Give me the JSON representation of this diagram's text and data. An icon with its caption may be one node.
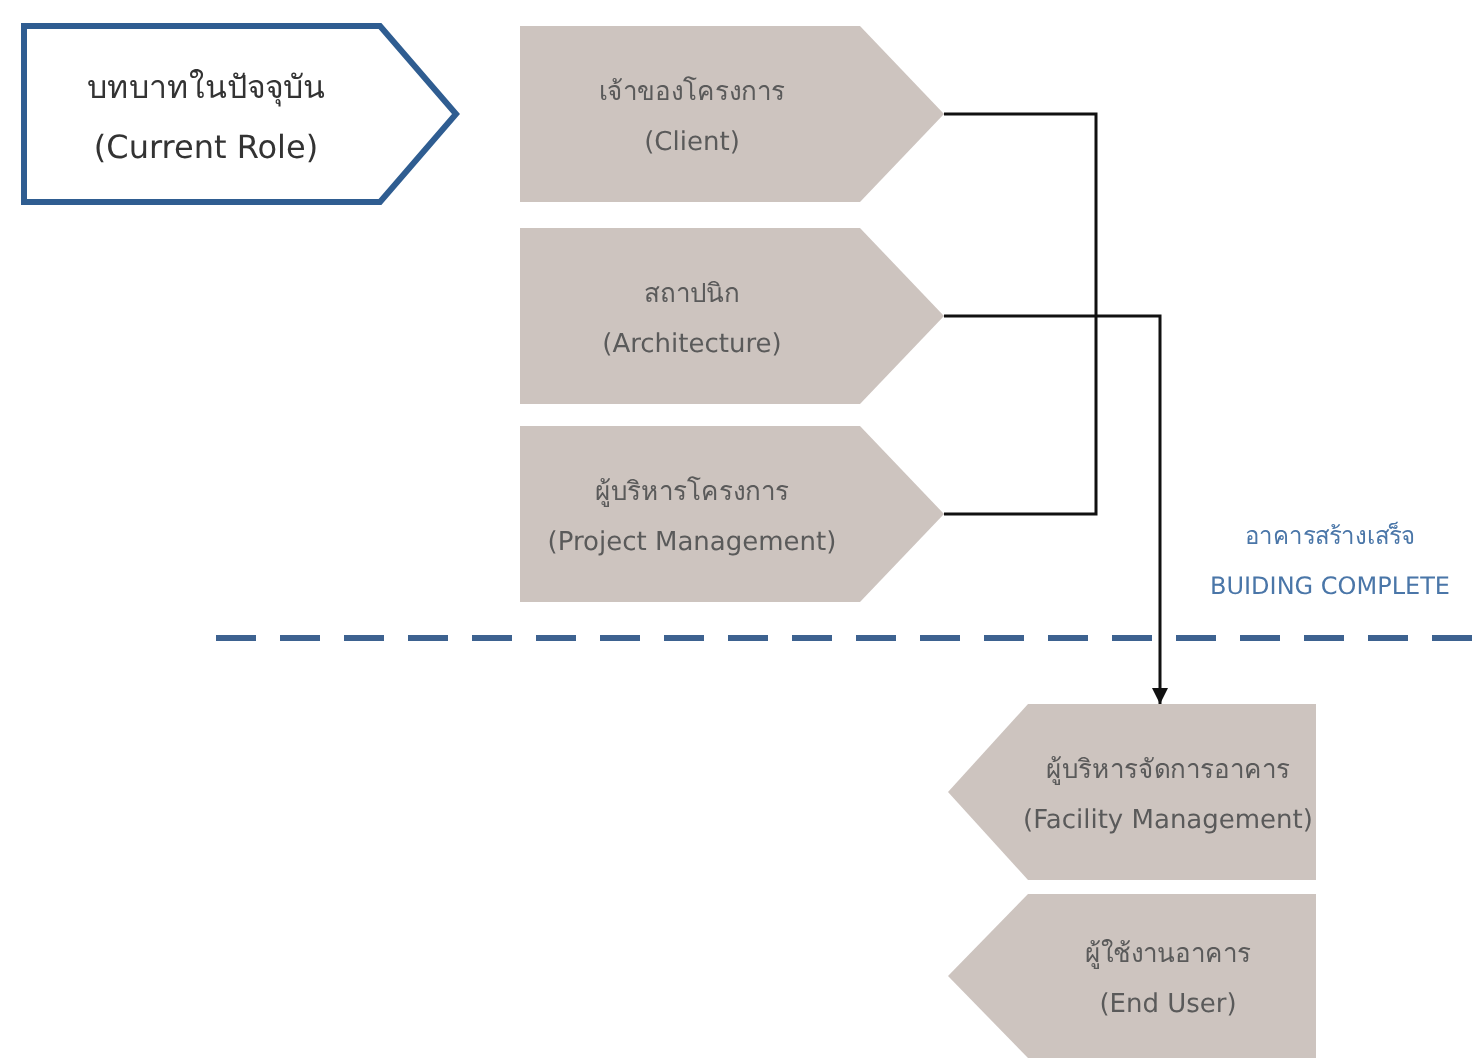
{
  "diagram": {
    "nodes": [
      {
        "text": [
          "บทบาทในปัจจุบัน",
          "(Current Role)"
        ]
      },
      {
        "text": [
          "เจ้าของโครงการ",
          "(Client)"
        ]
      },
      {
        "text": [
          "สถาปนิก",
          "(Architecture)"
        ]
      },
      {
        "text": [
          "ผู้บริหารโครงการ",
          "(Project Management)"
        ]
      },
      {
        "text": [
          "ผู้บริหารจัดการอาคาร",
          "(Facility Management)"
        ]
      },
      {
        "text": [
          "ผู้ใช้งานอาคาร",
          "(End User)"
        ]
      }
    ],
    "edges": [
      {
        "from": 1,
        "to": 3,
        "arrow": "none"
      },
      {
        "from": 2,
        "to": 4,
        "arrow": "to"
      }
    ],
    "labels": [
      "อาคารสร้างเสร็จ",
      "BUIDING COMPLETE"
    ]
  }
}
